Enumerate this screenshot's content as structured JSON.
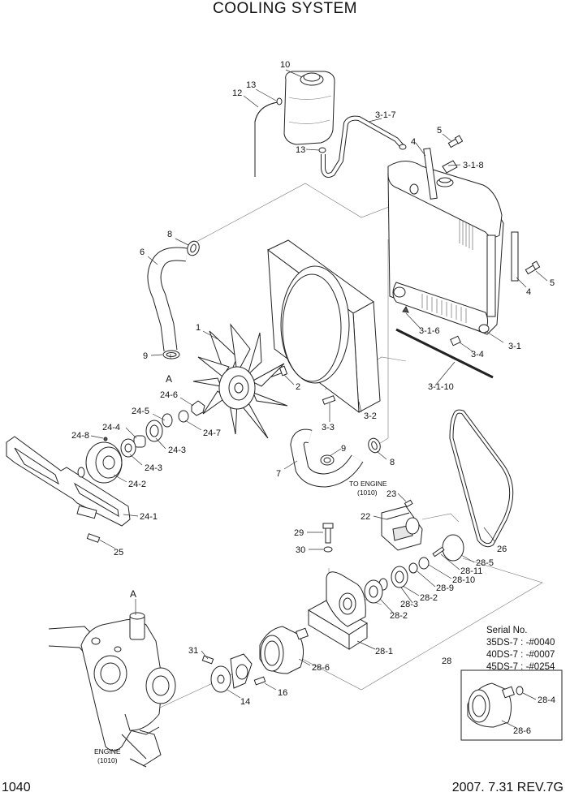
{
  "title": "COOLING SYSTEM",
  "page_number": "1040",
  "date_revision": "2007. 7.31  REV.7G",
  "serial": {
    "heading": "Serial No.",
    "lines": [
      "35DS-7 : -#0040",
      "40DS-7 : -#0007",
      "45DS-7 : -#0254"
    ]
  },
  "notes": {
    "to_engine_1": "TO ENGINE",
    "to_engine_2": "(1010)",
    "engine_1": "ENGINE",
    "engine_2": "(1010)"
  },
  "ref_letters": {
    "top": "A",
    "bottom": "A"
  },
  "callouts": {
    "c10": "10",
    "c12": "12",
    "c13a": "13",
    "c13b": "13",
    "c3_1_7": "3-1-7",
    "c5a": "5",
    "c4a": "4",
    "c3_1_8": "3-1-8",
    "c8a": "8",
    "c6": "6",
    "c5b": "5",
    "c4b": "4",
    "c3_1_6": "3-1-6",
    "c3_4": "3-4",
    "c3_1": "3-1",
    "c3_1_10": "3-1-10",
    "c1": "1",
    "c9a": "9",
    "c2": "2",
    "c24_6": "24-6",
    "c24_5": "24-5",
    "c24_7": "24-7",
    "c24_4": "24-4",
    "c24_8": "24-8",
    "c24_3a": "24-3",
    "c24_3b": "24-3",
    "c24_2": "24-2",
    "c3_3": "3-3",
    "c3_2": "3-2",
    "c9b": "9",
    "c7": "7",
    "c8b": "8",
    "c24_1": "24-1",
    "c25": "25",
    "c23": "23",
    "c22": "22",
    "c26": "26",
    "c29": "29",
    "c30": "30",
    "c28_5": "28-5",
    "c28_11": "28-11",
    "c28_10": "28-10",
    "c28_9": "28-9",
    "c28_3": "28-3",
    "c28_2a": "28-2",
    "c28_2b": "28-2",
    "c28_1": "28-1",
    "c28": "28",
    "c31": "31",
    "c28_6a": "28-6",
    "c16": "16",
    "c14": "14",
    "c28_4": "28-4",
    "c28_6b": "28-6"
  },
  "icons": [
    "radiator-assembly",
    "coolant-reservoir",
    "fan-shroud",
    "cooling-fan",
    "pulley-hub",
    "bracket-plate",
    "v-belt",
    "tension-pulley",
    "pillow-block",
    "fan-drive-hub",
    "engine-view",
    "hose",
    "bolt",
    "clamp"
  ]
}
